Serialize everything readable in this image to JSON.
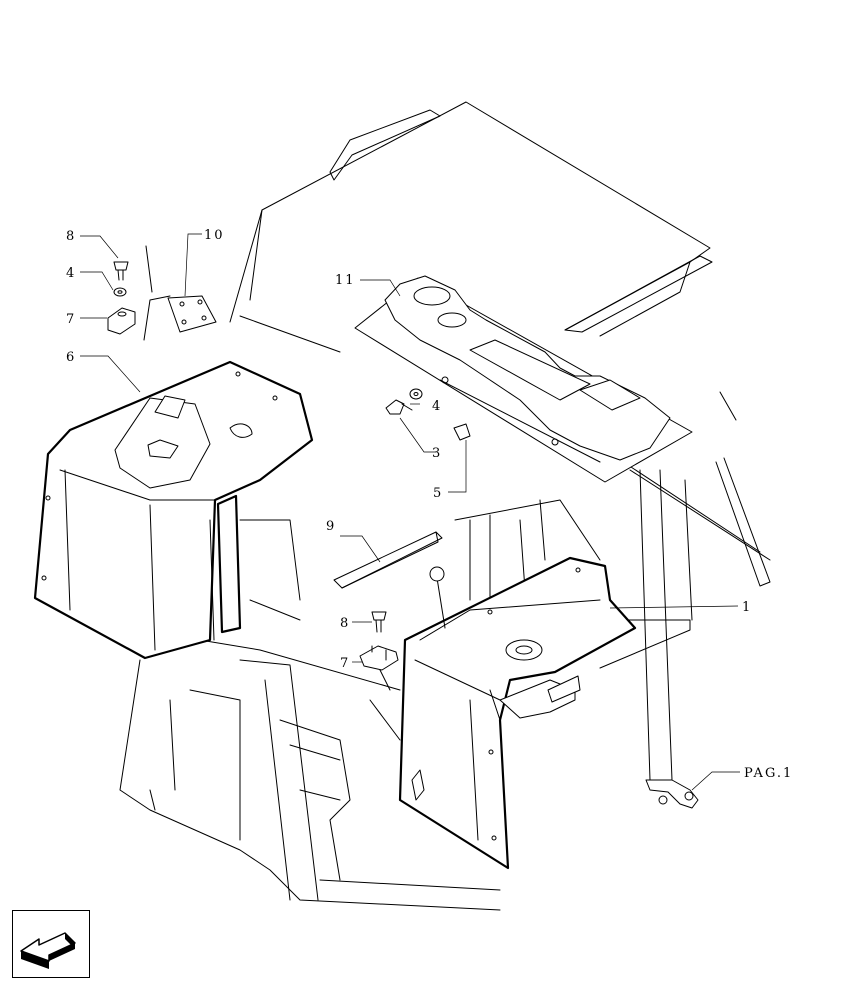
{
  "callouts": [
    {
      "id": "c8a",
      "text": "8"
    },
    {
      "id": "c4a",
      "text": "4"
    },
    {
      "id": "c7a",
      "text": "7"
    },
    {
      "id": "c10",
      "text": "10"
    },
    {
      "id": "c6",
      "text": "6"
    },
    {
      "id": "c11",
      "text": "11"
    },
    {
      "id": "c4b",
      "text": "4"
    },
    {
      "id": "c3",
      "text": "3"
    },
    {
      "id": "c5",
      "text": "5"
    },
    {
      "id": "c9",
      "text": "9"
    },
    {
      "id": "c8b",
      "text": "8"
    },
    {
      "id": "c7b",
      "text": "7"
    },
    {
      "id": "c1",
      "text": "1"
    },
    {
      "id": "cpag",
      "text": "PAG.1"
    }
  ],
  "nav": {
    "icon": "back-arrow-icon"
  },
  "colors": {
    "ink": "#000000",
    "paper": "#ffffff"
  }
}
